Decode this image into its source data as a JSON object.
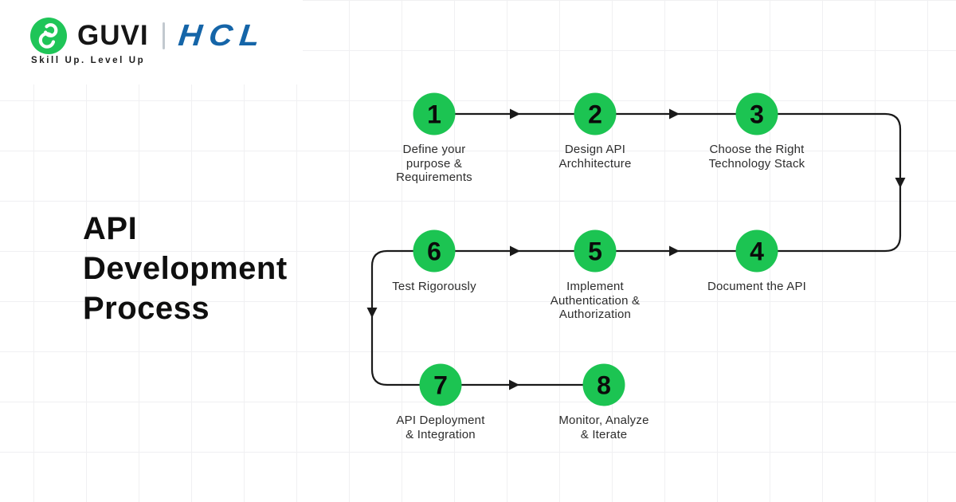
{
  "brand": {
    "guvi": "GUVI",
    "hcl": "HCL",
    "tagline": "Skill Up. Level Up"
  },
  "title": "API\nDevelopment\nProcess",
  "steps": [
    {
      "number": "1",
      "label": "Define your\npurpose &\nRequirements"
    },
    {
      "number": "2",
      "label": "Design API\nArchhitecture"
    },
    {
      "number": "3",
      "label": "Choose the Right\nTechnology Stack"
    },
    {
      "number": "4",
      "label": "Document the API"
    },
    {
      "number": "5",
      "label": "Implement\nAuthentication &\nAuthorization"
    },
    {
      "number": "6",
      "label": "Test Rigorously"
    },
    {
      "number": "7",
      "label": "API Deployment\n& Integration"
    },
    {
      "number": "8",
      "label": "Monitor, Analyze\n& Iterate"
    }
  ],
  "colors": {
    "circle_green": "#1CC452",
    "brand_green": "#1FC558",
    "hcl_blue": "#1565A8",
    "line": "#1A1A1A",
    "label_text": "#2D2D2D",
    "grid_line": "#F0F0F2"
  }
}
